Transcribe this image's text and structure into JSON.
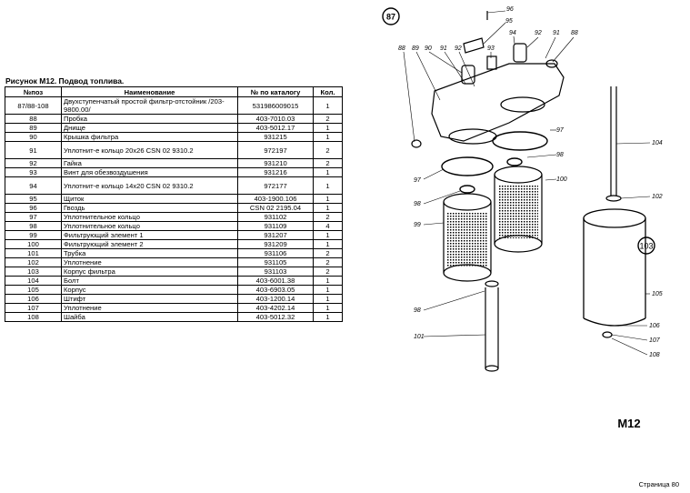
{
  "figure_title": "Рисунок М12.  Подвод топлива.",
  "table": {
    "headers": [
      "№поз",
      "Наименование",
      "№ по каталогу",
      "Кол."
    ],
    "rows": [
      {
        "pos": "87/88-108",
        "name": "Двухступенчатый простой фильтр-отстойник /203-9800.00/",
        "cat": "531986009015",
        "qty": "1"
      },
      {
        "pos": "88",
        "name": "Пробка",
        "cat": "403-7010.03",
        "qty": "2"
      },
      {
        "pos": "89",
        "name": "Днище",
        "cat": "403-5012.17",
        "qty": "1"
      },
      {
        "pos": "90",
        "name": "Крышка фильтра",
        "cat": "931215",
        "qty": "1"
      },
      {
        "pos": "91",
        "name": "Уплотнит-е кольцо 20х26  CSN 02 9310.2",
        "cat": "972197",
        "qty": "2"
      },
      {
        "pos": "92",
        "name": "Гайка",
        "cat": "931210",
        "qty": "2"
      },
      {
        "pos": "93",
        "name": "Винт для обезвоздушения",
        "cat": "931216",
        "qty": "1"
      },
      {
        "pos": "94",
        "name": "Уплотнит-е кольцо 14х20  CSN 02 9310.2",
        "cat": "972177",
        "qty": "1"
      },
      {
        "pos": "95",
        "name": "Щиток",
        "cat": "403-1900.106",
        "qty": "1"
      },
      {
        "pos": "96",
        "name": "Гвоздь",
        "cat": "CSN 02 2195.04",
        "qty": "1"
      },
      {
        "pos": "97",
        "name": "Уплотнительное кольцо",
        "cat": "931102",
        "qty": "2"
      },
      {
        "pos": "98",
        "name": "Уплотнительное кольцо",
        "cat": "931109",
        "qty": "4"
      },
      {
        "pos": "99",
        "name": "Фильтрующий элемент 1",
        "cat": "931207",
        "qty": "1"
      },
      {
        "pos": "100",
        "name": "Фильтрующий элемент 2",
        "cat": "931209",
        "qty": "1"
      },
      {
        "pos": "101",
        "name": "Трубка",
        "cat": "931106",
        "qty": "2"
      },
      {
        "pos": "102",
        "name": "Уплотнение",
        "cat": "931105",
        "qty": "2"
      },
      {
        "pos": "103",
        "name": "Корпус фильтра",
        "cat": "931103",
        "qty": "2"
      },
      {
        "pos": "104",
        "name": "Болт",
        "cat": "403-6001.38",
        "qty": "1"
      },
      {
        "pos": "105",
        "name": "Корпус",
        "cat": "403-6903.05",
        "qty": "1"
      },
      {
        "pos": "106",
        "name": "Штифт",
        "cat": "403-1200.14",
        "qty": "1"
      },
      {
        "pos": "107",
        "name": "Уплотнение",
        "cat": "403-4202.14",
        "qty": "1"
      },
      {
        "pos": "108",
        "name": "Шайба",
        "cat": "403-5012.32",
        "qty": "1"
      }
    ]
  },
  "diagram": {
    "group_label": "87",
    "callout_103": "103",
    "code": "М12",
    "labels": [
      "96",
      "95",
      "94",
      "92",
      "91",
      "88",
      "88",
      "89",
      "90",
      "91",
      "92",
      "93",
      "97",
      "98",
      "97",
      "98",
      "100",
      "99",
      "104",
      "102",
      "105",
      "98",
      "101",
      "106",
      "107",
      "108"
    ]
  },
  "page_number": "Страница 80"
}
